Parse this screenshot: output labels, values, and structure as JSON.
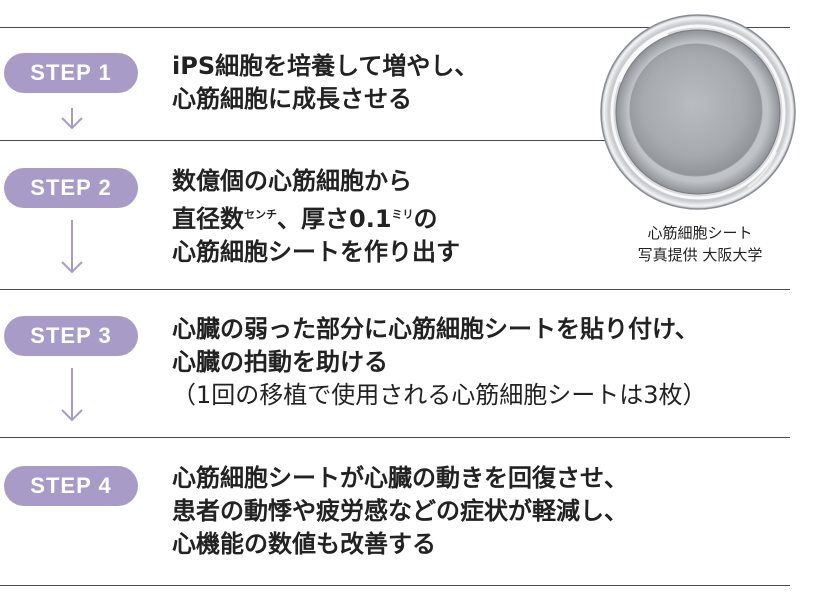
{
  "steps": [
    {
      "label": "STEP 1",
      "lines": [
        "iPS細胞を培養して増やし、",
        "心筋細胞に成長させる"
      ]
    },
    {
      "label": "STEP 2",
      "lines": [
        "数億個の心筋細胞から",
        "直径数",
        "、厚さ0.1",
        "の",
        "心筋細胞シートを作り出す"
      ],
      "unit_cm": "センチ",
      "unit_mm": "ミリ"
    },
    {
      "label": "STEP 3",
      "lines": [
        "心臓の弱った部分に心筋細胞シートを貼り付け、",
        "心臓の拍動を助ける",
        "（1回の移植で使用される心筋細胞シートは3枚）"
      ]
    },
    {
      "label": "STEP 4",
      "lines": [
        "心筋細胞シートが心臓の動きを回復させ、",
        "患者の動悸や疲労感などの症状が軽減し、",
        "心機能の数値も改善する"
      ]
    }
  ],
  "photo": {
    "caption_line1": "心筋細胞シート",
    "caption_line2": "写真提供 大阪大学"
  },
  "colors": {
    "pill": "#a89bc8",
    "arrow": "#a89bc8",
    "rule": "#4a4a4a",
    "text": "#222222"
  }
}
